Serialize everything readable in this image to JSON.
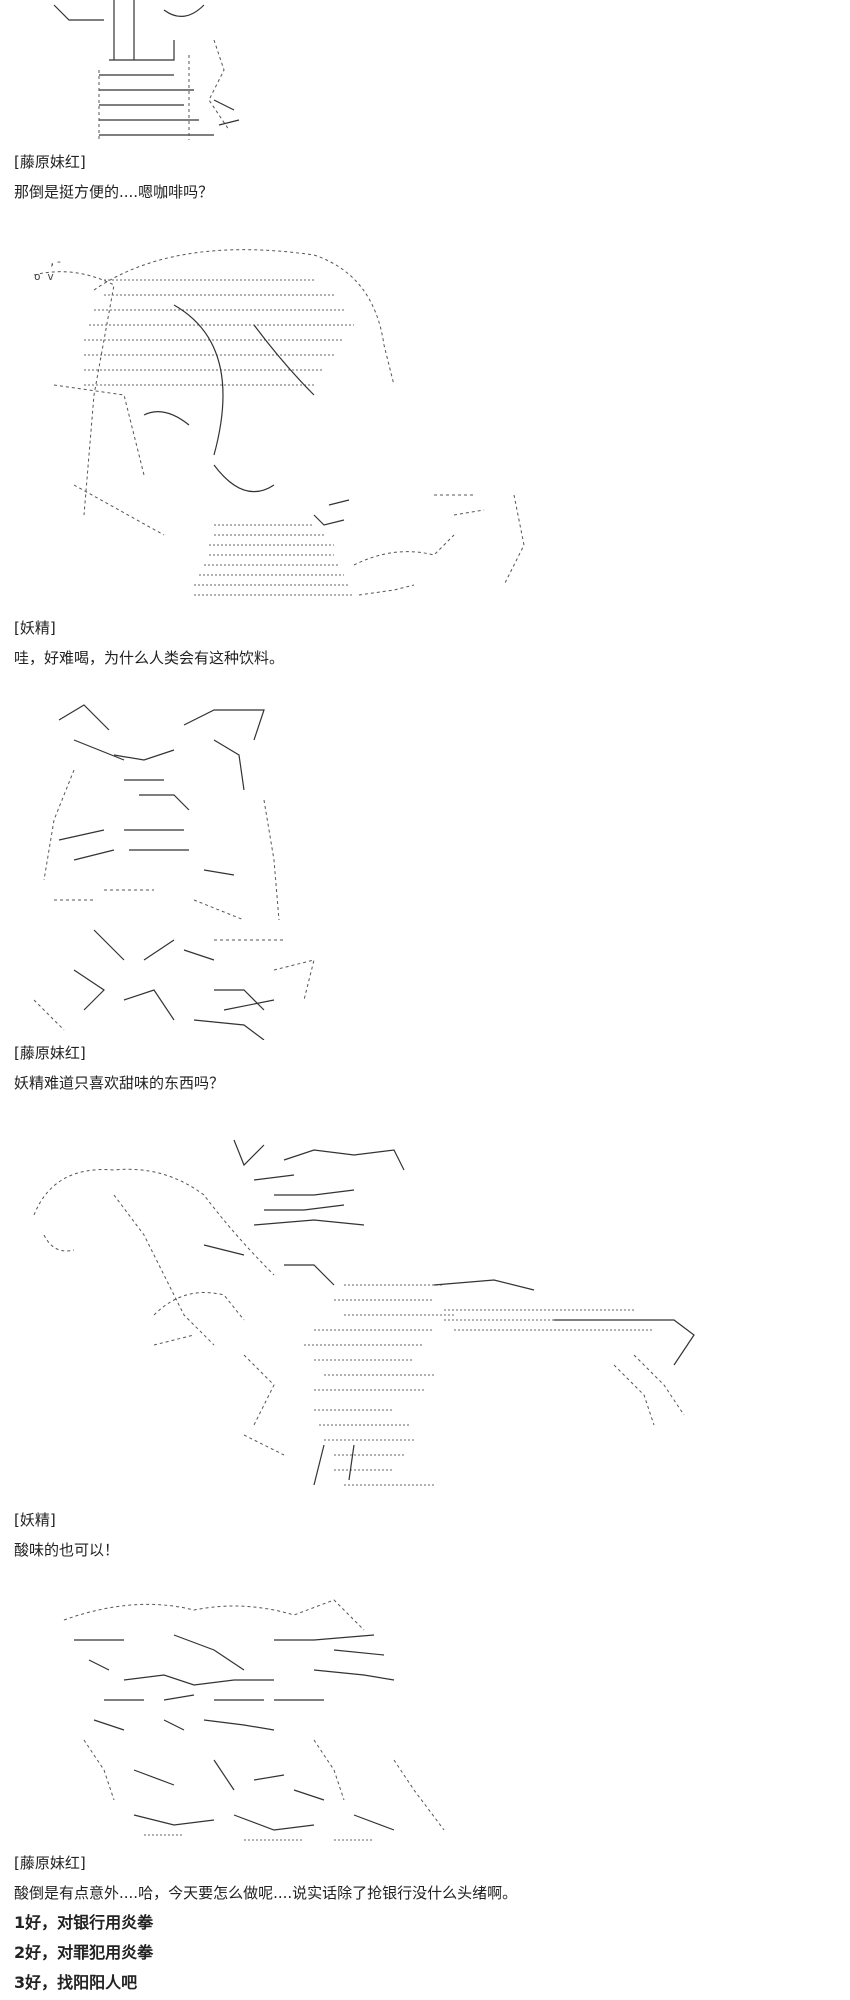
{
  "dialogue": [
    {
      "speaker": "[藤原妹红]",
      "text": "那倒是挺方便的....嗯咖啡吗？"
    },
    {
      "speaker": "[妖精]",
      "text": "哇，好难喝，为什么人类会有这种饮料。"
    },
    {
      "speaker": "[藤原妹红]",
      "text": "妖精难道只喜欢甜味的东西吗？"
    },
    {
      "speaker": "[妖精]",
      "text": "酸味的也可以！"
    },
    {
      "speaker": "[藤原妹红]",
      "text": "酸倒是有点意外....哈，今天要怎么做呢....说实话除了抢银行没什么头绪啊。"
    }
  ],
  "options": [
    "1好，对银行用炎拳",
    "2好，对罪犯用炎拳",
    "3好，找阳阳人吧"
  ],
  "art_icons": [
    "ascii-art-top-fragment",
    "ascii-art-mokou-drinking",
    "ascii-art-fairy-standing",
    "ascii-art-fairy-with-rifle",
    "ascii-art-mokou-thinking"
  ]
}
